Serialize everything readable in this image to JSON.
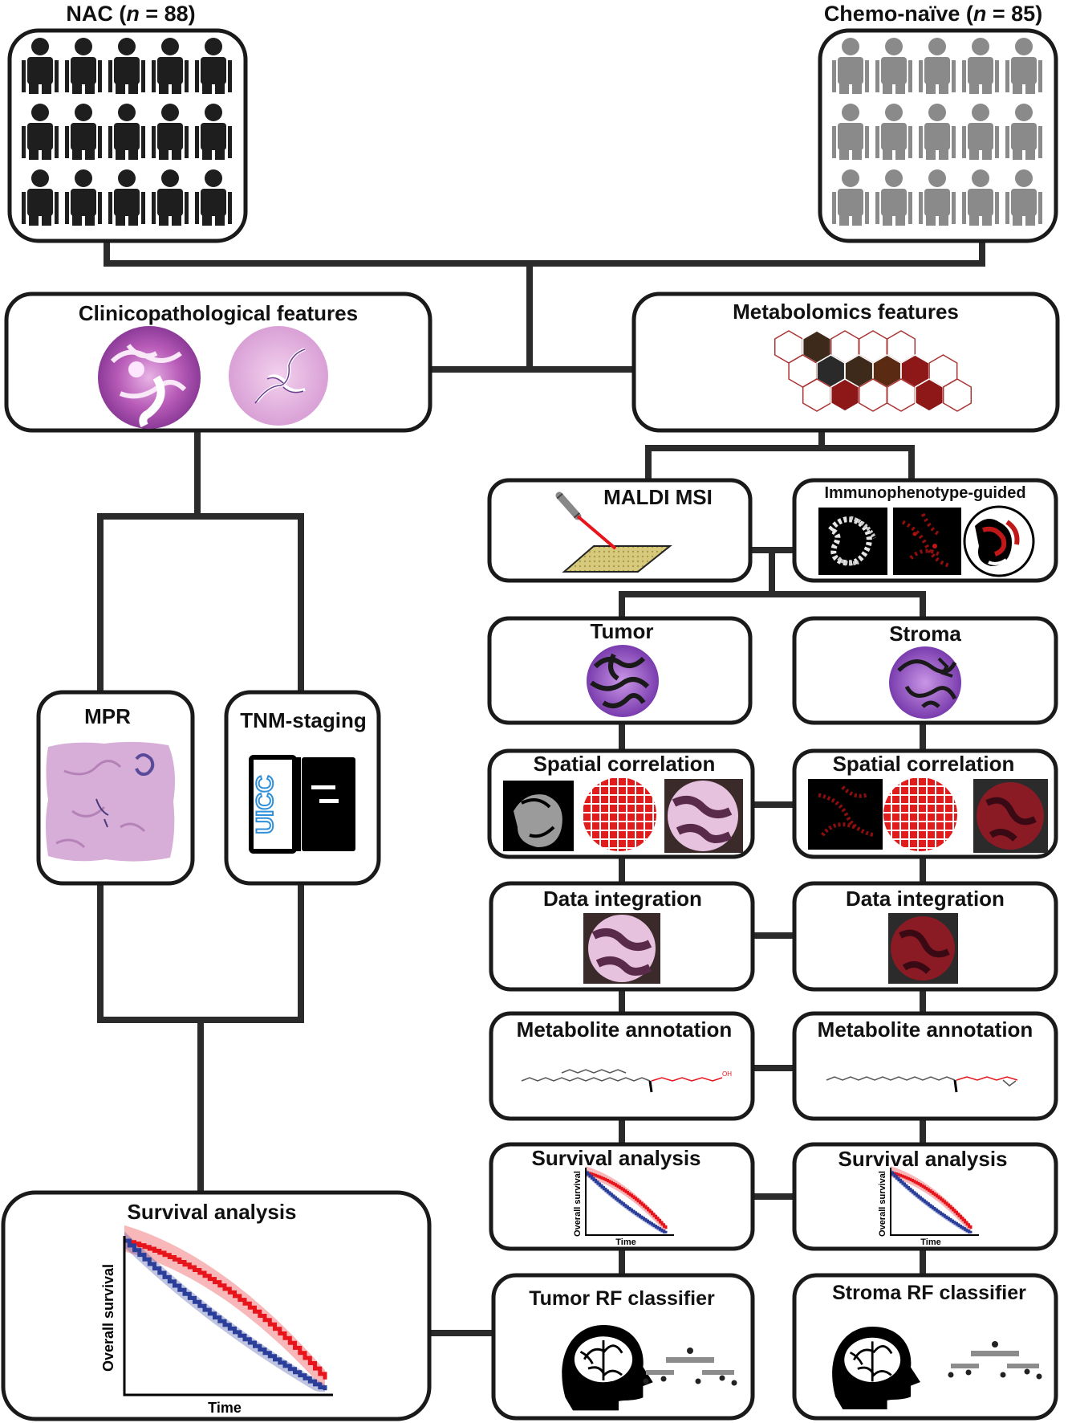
{
  "groups": {
    "nac": {
      "name": "NAC",
      "n_symbol": "n",
      "n_value": "88",
      "count": 15,
      "color": "#1e1e1e"
    },
    "naive": {
      "name": "Chemo-naïve",
      "n_symbol": "n",
      "n_value": "85",
      "count": 15,
      "color": "#8a8a8a"
    }
  },
  "boxes": {
    "clinico": "Clinicopathological features",
    "metabolomics": "Metabolomics features",
    "maldi": "MALDI MSI",
    "immuno": "Immunophenotype-guided",
    "tumor": "Tumor",
    "stroma": "Stroma",
    "mpr": "MPR",
    "tnm": "TNM-staging",
    "uicc": "UICC",
    "spatial_tumor": "Spatial correlation",
    "spatial_stroma": "Spatial correlation",
    "integration_tumor": "Data integration",
    "integration_stroma": "Data integration",
    "annotation_tumor": "Metabolite annotation",
    "annotation_stroma": "Metabolite annotation",
    "survival_tumor": "Survival analysis",
    "survival_stroma": "Survival analysis",
    "survival_main": "Survival analysis",
    "rf_tumor": "Tumor RF classifier",
    "rf_stroma": "Stroma RF classifier"
  },
  "km_axes": {
    "ylabel": "Overall survival",
    "xlabel": "Time"
  },
  "colors": {
    "red": "#e8141b",
    "blue": "#2b3f9a",
    "dark": "#1a1a1a",
    "he_pink": "#c878c8",
    "he_purple": "#6a2a8c",
    "msi_red": "#d01010",
    "maldi_plate": "#d9cc7a"
  }
}
